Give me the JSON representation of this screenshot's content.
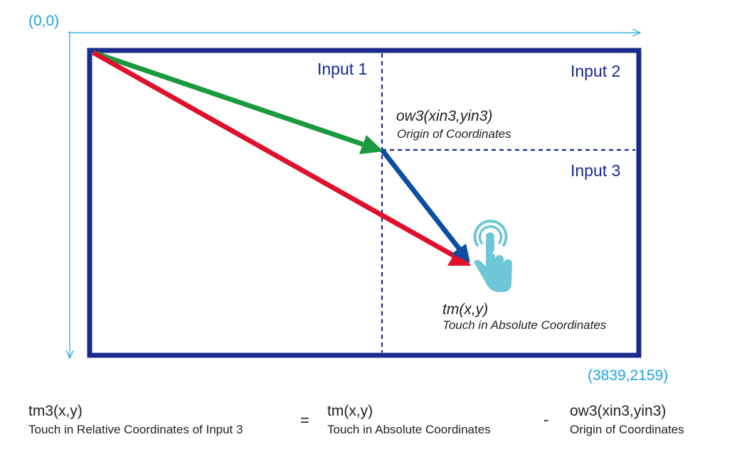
{
  "diagram": {
    "origin_label": "(0,0)",
    "max_label": "(3839,2159)",
    "inputs": [
      "Input 1",
      "Input 2",
      "Input 3"
    ],
    "origin_point": {
      "name": "ow3(xin3,yin3)",
      "desc": "Origin of Coordinates"
    },
    "touch_point": {
      "name": "tm(x,y)",
      "desc": "Touch in Absolute Coordinates"
    },
    "colors": {
      "axis": "#1aa3dd",
      "frame": "#1b2a8c",
      "green_arrow": "#1a9a3c",
      "blue_arrow": "#0b4ea2",
      "red_arrow": "#e0102a",
      "hand": "#6fc6d6"
    },
    "icons": [
      "touch-hand-icon"
    ]
  },
  "formula": {
    "term1": {
      "main": "tm3(x,y)",
      "sub": "Touch in Relative Coordinates of Input 3"
    },
    "equals": "=",
    "term2": {
      "main": "tm(x,y)",
      "sub": "Touch in Absolute Coordinates"
    },
    "minus": "-",
    "term3": {
      "main": "ow3(xin3,yin3)",
      "sub": "Origin of Coordinates"
    }
  }
}
